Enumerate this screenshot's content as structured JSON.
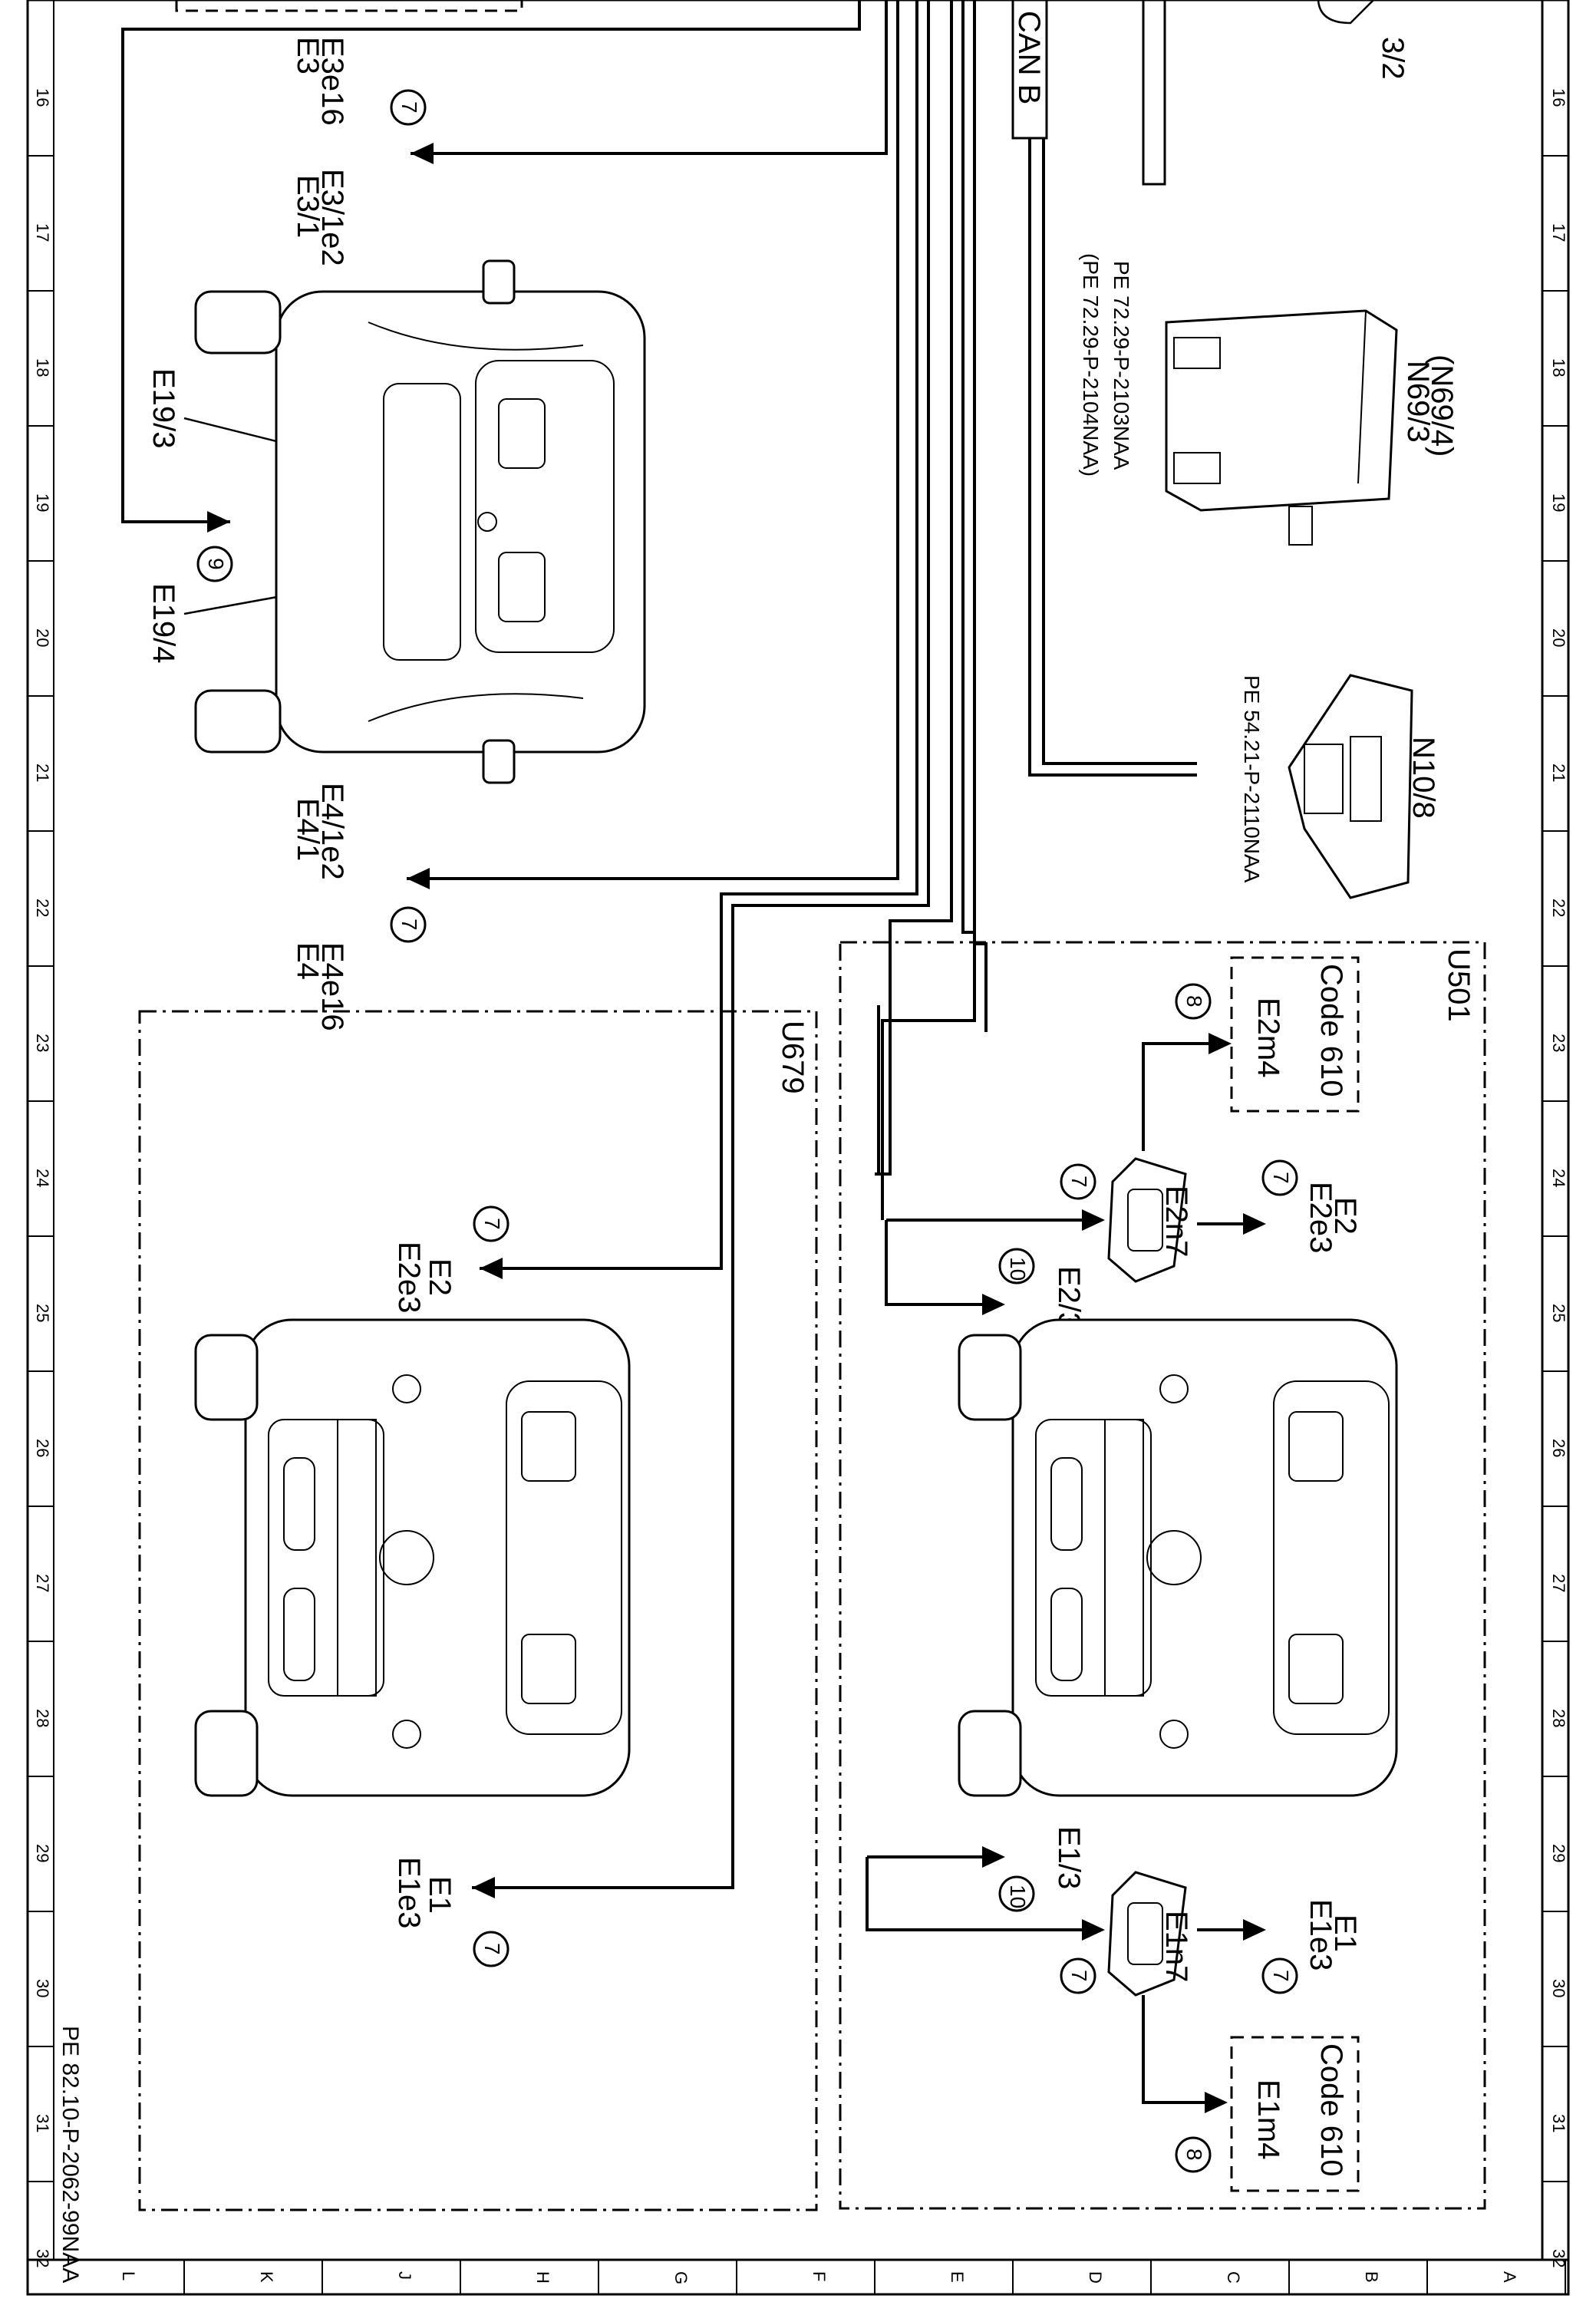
{
  "labels": {
    "e3": "E3",
    "e3e16": "E3e16",
    "e31": "E3/1",
    "e31e2": "E3/1e2",
    "e193": "E19/3",
    "e194": "E19/4",
    "e41": "E4/1",
    "e41e2": "E4/1e2",
    "e4": "E4",
    "e4e16": "E4e16",
    "u679": "U679",
    "u679_e2": "E2",
    "u679_e2e3": "E2e3",
    "u679_e1": "E1",
    "u679_e1e3": "E1e3",
    "can_b": "CAN B",
    "top_frag": "3/2",
    "n693": "N69/3",
    "n694": "(N69/4)",
    "pe1": "PE 72.29-P-2103NAA",
    "pe2": "(PE 72.29-P-2104NAA)",
    "n108": "N10/8",
    "pe3": "PE 54.21-P-2110NAA",
    "u501": "U501",
    "code1": "Code 610",
    "e2m4": "E2m4",
    "e2n7": "E2n7",
    "e2": "E2",
    "e2e3": "E2e3",
    "e23": "E2/3",
    "e13": "E1/3",
    "e1n7": "E1n7",
    "e1": "E1",
    "e1e3": "E1e3",
    "code2": "Code 610",
    "e1m4": "E1m4",
    "footer_ref": "PE 82.10-P-2062-99NAA"
  },
  "callouts": {
    "c7": "7",
    "c8": "8",
    "c9": "9",
    "c10": "10"
  },
  "grid": {
    "numbers": [
      "16",
      "17",
      "18",
      "19",
      "20",
      "21",
      "22",
      "23",
      "24",
      "25",
      "26",
      "27",
      "28",
      "29",
      "30",
      "31",
      "32"
    ],
    "letters": [
      "L",
      "K",
      "J",
      "H",
      "G",
      "F",
      "E",
      "D",
      "C",
      "B",
      "A"
    ]
  }
}
